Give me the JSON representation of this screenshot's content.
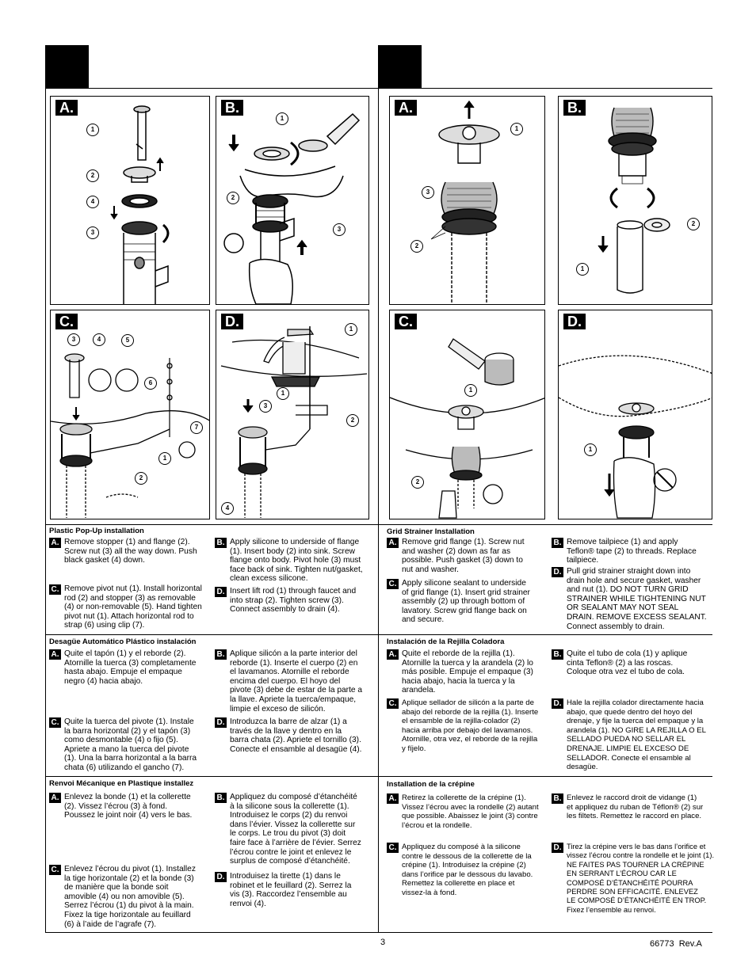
{
  "panels": {
    "left_A": {
      "label": "A.",
      "callouts": [
        "1",
        "2",
        "4",
        "3"
      ]
    },
    "left_B": {
      "label": "B.",
      "callouts": [
        "1",
        "2",
        "3"
      ]
    },
    "left_C": {
      "label": "C.",
      "callouts": [
        "3",
        "4",
        "5",
        "6",
        "7",
        "1",
        "2"
      ]
    },
    "left_D": {
      "label": "D.",
      "callouts": [
        "1",
        "1",
        "3",
        "2",
        "4"
      ]
    },
    "right_A": {
      "label": "A.",
      "callouts": [
        "1",
        "3",
        "2"
      ]
    },
    "right_B": {
      "label": "B.",
      "callouts": [
        "2",
        "1"
      ]
    },
    "right_C": {
      "label": "C.",
      "callouts": [
        "1",
        "2"
      ]
    },
    "right_D": {
      "label": "D.",
      "callouts": [
        "1"
      ]
    }
  },
  "left": {
    "en": {
      "title": "Plastic Pop-Up installation",
      "A": {
        "tag": "A.",
        "text": "Remove stopper (1) and flange (2).\nScrew nut (3) all the way down. Push\nblack gasket (4) down."
      },
      "B": {
        "tag": "B.",
        "text": "Apply silicone to underside of flange\n(1). Insert body (2) into sink. Screw\nflange onto body. Pivot hole (3) must\nface back of sink. Tighten nut/gasket,\nclean excess silicone."
      },
      "C": {
        "tag": "C.",
        "text": "Remove pivot nut (1). Install horizontal\nrod (2) and stopper (3) as removable\n(4) or non-removable (5). Hand tighten\npivot nut (1). Attach horizontal rod to\nstrap (6) using clip (7)."
      },
      "D": {
        "tag": "D.",
        "text": "Insert lift rod (1) through faucet and\ninto strap (2). Tighten screw (3).\nConnect assembly to drain (4)."
      }
    },
    "es": {
      "title": "Desagüe Automático Plástico instalación",
      "A": {
        "tag": "A.",
        "text": "Quite el tapón (1) y el reborde (2).\nAtornille la tuerca (3) completamente\nhasta abajo. Empuje el empaque\nnegro (4) hacia abajo."
      },
      "B": {
        "tag": "B.",
        "text": "Aplique silicón a la parte interior del\nreborde (1). Inserte el cuerpo (2) en\nel lavamanos. Atornille el reborde\nencima del cuerpo. El hoyo del\npivote (3) debe de estar de la parte a\nla llave. Apriete la tuerca/empaque,\nlimpie el exceso de silicón."
      },
      "C": {
        "tag": "C.",
        "text": "Quite la tuerca del pivote (1). Instale\nla barra horizontal (2) y el tapón (3)\ncomo desmontable (4) o fijo (5).\nApriete a mano la tuerca del pivote\n(1). Una la barra horizontal a la barra\nchata (6) utilizando el gancho (7)."
      },
      "D": {
        "tag": "D.",
        "text": "Introduzca la barre de alzar (1) a\ntravés de la llave y dentro en la\nbarra chata (2). Apriete el tornillo (3).\nConecte el ensamble al desagüe (4)."
      }
    },
    "fr": {
      "title": "Renvoi Mécanique en Plastique installez",
      "A": {
        "tag": "A.",
        "text": "Enlevez la bonde (1) et la collerette\n(2). Vissez l’écrou (3) à fond.\nPoussez le joint noir (4) vers le bas."
      },
      "B": {
        "tag": "B.",
        "text": "Appliquez du composé d’étanchéité\nà la silicone sous la collerette (1).\nIntroduisez le corps (2) du renvoi\ndans l’évier. Vissez la collerette sur\nle corps. Le trou du pivot (3) doit\nfaire face à l’arrière de l’évier. Serrez\nl’écrou contre le joint et enlevez le\nsurplus de composé d’étanchéité."
      },
      "C": {
        "tag": "C.",
        "text": "Enlevez l’écrou du pivot (1). Installez\nla tige horizontale (2) et la bonde (3)\nde manière que la bonde soit\namovible (4) ou non amovible (5).\nSerrez l’écrou (1) du pivot à la main.\nFixez la tige horizontale au feuillard\n(6) à l’aide de l’agrafe (7)."
      },
      "D": {
        "tag": "D.",
        "text": "Introduisez la tirette (1) dans le\nrobinet et le feuillard (2). Serrez la\nvis (3). Raccordez l’ensemble au\nrenvoi (4)."
      }
    }
  },
  "right": {
    "en": {
      "title": "Grid Strainer Installation",
      "A": {
        "tag": "A.",
        "text": "Remove grid flange (1). Screw nut\nand washer (2) down as far as\npossible. Push gasket (3) down to\nnut and washer."
      },
      "B": {
        "tag": "B.",
        "text": "Remove tailpiece (1) and apply\nTeflon® tape (2) to threads. Replace\ntailpiece."
      },
      "C": {
        "tag": "C.",
        "text": "Apply silicone sealant to underside\nof grid flange (1). Insert grid strainer\nassembly (2) up through bottom of\nlavatory. Screw grid flange back on\nand secure."
      },
      "D": {
        "tag": "D.",
        "text": "Pull grid strainer straight down into\ndrain hole and secure gasket, washer\nand nut (1). DO NOT TURN GRID\nSTRAINER WHILE TIGHTENING NUT\nOR SEALANT MAY NOT SEAL\nDRAIN. REMOVE EXCESS SEALANT.\nConnect assembly to drain."
      }
    },
    "es": {
      "title": "Instalación de la Rejilla Coladora",
      "A": {
        "tag": "A.",
        "text": "Quite el reborde de la rejilla (1).\nAtornille la tuerca y la arandela (2) lo\nmás posible. Empuje el empaque (3)\nhacia abajo, hacia la tuerca y la\narandela."
      },
      "B": {
        "tag": "B.",
        "text": "Quite el tubo de cola (1) y aplique\ncinta Teflon® (2) a las roscas.\nColoque otra vez el tubo de cola."
      },
      "C": {
        "tag": "C.",
        "text": "Aplique sellador de silicón a la parte de\nabajo del reborde de la rejilla (1). Inserte\nel ensamble de la rejilla-colador (2)\nhacia arriba por debajo del lavamanos.\nAtornille, otra vez, el reborde de la rejilla\ny fíjelo."
      },
      "D": {
        "tag": "D.",
        "text": "Hale la rejilla colador directamente hacia\nabajo, que quede dentro del hoyo del\ndrenaje, y fije la tuerca del empaque y la\narandela (1). NO GIRE LA REJILLA O EL\nSELLADO PUEDA NO SELLAR EL\nDRENAJE. LIMPIE EL EXCESO DE\nSELLADOR. Conecte el ensamble al\ndesagüe."
      }
    },
    "fr": {
      "title": "Installation de la crépine",
      "A": {
        "tag": "A.",
        "text": "Retirez la collerette de la crépine (1).\nVissez l’écrou avec la rondelle (2) autant\nque possible. Abaissez le joint (3) contre\nl’écrou et la rondelle."
      },
      "B": {
        "tag": "B.",
        "text": "Enlevez le raccord droit de vidange (1)\net appliquez du ruban de Téflon® (2) sur\nles filtets. Remettez le raccord en place."
      },
      "C": {
        "tag": "C.",
        "text": "Appliquez du composé à la silicone\ncontre le dessous de la collerette de la\ncrépine (1). Introduisez la crépine (2)\ndans l’orifice par le dessous du lavabo.\nRemettez la collerette en place et\nvissez-la à fond."
      },
      "D": {
        "tag": "D.",
        "text": "Tirez la crépine vers le bas dans l’orifice et\nvissez l’écrou contre la rondelle et le joint (1).\nNE FAITES PAS TOURNER LA CRÉPINE\nEN SERRANT L’ÉCROU CAR LE\nCOMPOSÉ D’ÉTANCHÉITÉ POURRA\nPERDRE SON EFFICACITÉ. ENLEVEZ\nLE COMPOSÉ D’ÉTANCHÉITÉ EN TROP.\nFixez l’ensemble au renvoi."
      }
    }
  },
  "footer": {
    "page_number": "3",
    "doc_id": "66773  Rev.A"
  }
}
